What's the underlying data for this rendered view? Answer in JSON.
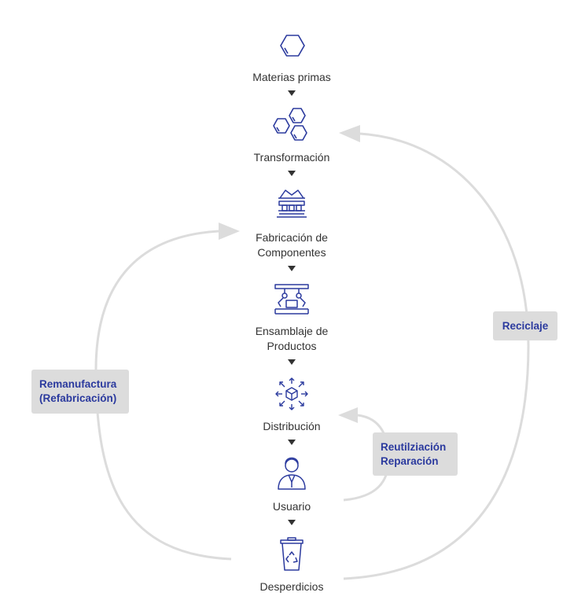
{
  "diagram": {
    "accent_color": "#2b3a9e",
    "arrow_color": "#dcdcdc",
    "label_color": "#333333",
    "stages": [
      {
        "id": "raw",
        "icon": "hexagon-icon",
        "lines": [
          "Materias primas"
        ]
      },
      {
        "id": "transform",
        "icon": "hexagon-cluster-icon",
        "lines": [
          "Transformación"
        ]
      },
      {
        "id": "components",
        "icon": "factory-icon",
        "lines": [
          "Fabricación de",
          "Componentes"
        ]
      },
      {
        "id": "assembly",
        "icon": "robotic-arms-icon",
        "lines": [
          "Ensamblaje de",
          "Productos"
        ]
      },
      {
        "id": "distribution",
        "icon": "box-distribution-icon",
        "lines": [
          "Distribución"
        ]
      },
      {
        "id": "user",
        "icon": "user-icon",
        "lines": [
          "Usuario"
        ]
      },
      {
        "id": "waste",
        "icon": "recycle-bin-icon",
        "lines": [
          "Desperdicios"
        ]
      }
    ],
    "loops": [
      {
        "id": "reciclaje",
        "lines": [
          "Reciclaje"
        ]
      },
      {
        "id": "remanufactura",
        "lines": [
          "Remanufactura",
          "(Refabricación)"
        ]
      },
      {
        "id": "reutilizacion",
        "lines": [
          "Reutilziación",
          "Reparación"
        ]
      }
    ]
  }
}
